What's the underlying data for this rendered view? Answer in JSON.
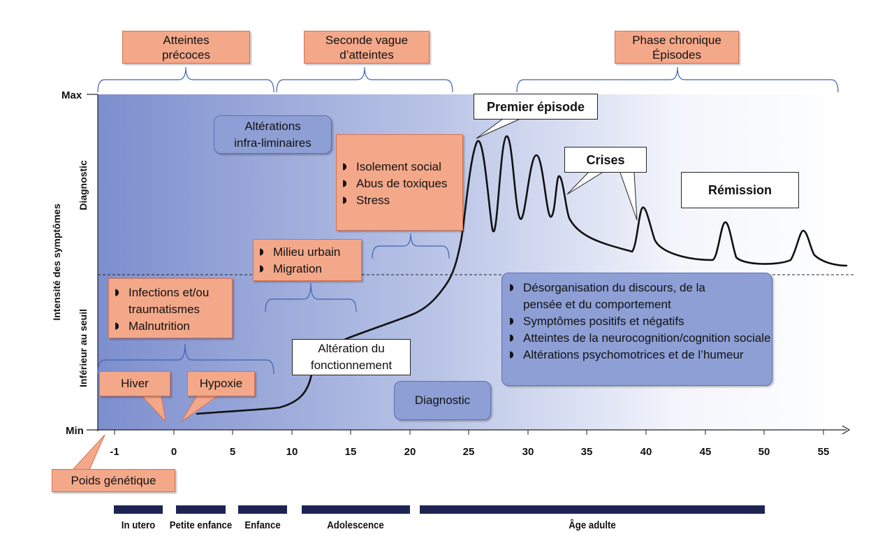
{
  "phases": {
    "early": [
      "Atteintes",
      "précoces"
    ],
    "second_wave": [
      "Seconde vague",
      "d’atteintes"
    ],
    "chronic": [
      "Phase chronique",
      "Épisodes"
    ]
  },
  "y_axis": {
    "title": "Intensité des symptômes",
    "max": "Max",
    "min": "Min",
    "upper_label": "Diagnostic",
    "lower_label": "Inférieur au seuil"
  },
  "x_axis": {
    "ticks": [
      "-1",
      "0",
      "5",
      "10",
      "15",
      "20",
      "25",
      "30",
      "35",
      "40",
      "45",
      "50",
      "55"
    ]
  },
  "boxes": {
    "subthreshold": [
      "Altérations",
      "infra-liminaires"
    ],
    "risk_adolescence": [
      "Isolement social",
      "Abus de toxiques",
      "Stress"
    ],
    "urban": [
      "Milieu urbain",
      "Migration"
    ],
    "infections": [
      "Infections et/ou traumatismes",
      "Malnutrition"
    ],
    "winter": "Hiver",
    "hypoxia": "Hypoxie",
    "functioning": [
      "Altération du",
      "fonctionnement"
    ],
    "diagnostic": "Diagnostic",
    "genetic": "Poids génétique",
    "first_episode": "Premier épisode",
    "crises": "Crises",
    "remission": "Rémission",
    "symptoms": [
      "Désorganisation du discours, de la pensée et du comportement",
      "Symptômes positifs et négatifs",
      "Atteintes de la neurocognition/cognition sociale",
      "Altérations psychomotrices et de l’humeur"
    ]
  },
  "life_periods": [
    "In utero",
    "Petite enfance",
    "Enfance",
    "Adolescence",
    "Âge adulte"
  ],
  "colors": {
    "orange_fill": "#f4a88a",
    "orange_border": "#d9714f",
    "blue_fill": "#8e9fd6",
    "background_gradient_start": "#8090d0",
    "period_bar": "#1c2552",
    "bracket": "#3f63b0"
  }
}
